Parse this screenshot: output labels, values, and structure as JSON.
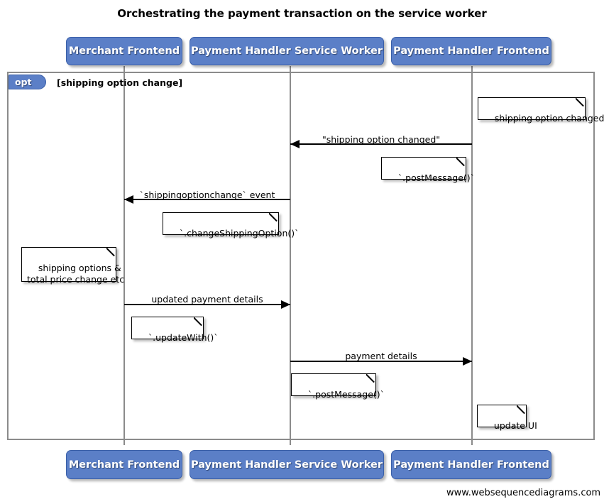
{
  "diagram": {
    "title": "Orchestrating the payment transaction on the service worker",
    "watermark": "www.websequencediagrams.com",
    "accent_color": "#5B7FC7",
    "line_color": "#8b8b8b"
  },
  "actors": [
    {
      "id": "merchant-frontend",
      "label": "Merchant Frontend"
    },
    {
      "id": "payment-handler-service-worker",
      "label": "Payment Handler Service Worker"
    },
    {
      "id": "payment-handler-frontend",
      "label": "Payment Handler Frontend"
    }
  ],
  "fragment": {
    "type_label": "opt",
    "condition": "[shipping option change]"
  },
  "messages": [
    {
      "id": "msg-shipping-option-changed",
      "label": "\"shipping option changed\"",
      "from": "payment-handler-frontend",
      "to": "payment-handler-service-worker",
      "direction": "left"
    },
    {
      "id": "msg-shippingoptionchange-event",
      "label": "`shippingoptionchange` event",
      "from": "payment-handler-service-worker",
      "to": "merchant-frontend",
      "direction": "left"
    },
    {
      "id": "msg-updated-payment-details",
      "label": "updated payment details",
      "from": "merchant-frontend",
      "to": "payment-handler-service-worker",
      "direction": "right"
    },
    {
      "id": "msg-payment-details",
      "label": "payment details",
      "from": "payment-handler-service-worker",
      "to": "payment-handler-frontend",
      "direction": "right"
    }
  ],
  "notes": [
    {
      "id": "note-shipping-option-changed",
      "text": "shipping option changed"
    },
    {
      "id": "note-post-message-1",
      "text": "`.postMessage()`"
    },
    {
      "id": "note-change-shipping-option",
      "text": "`.changeShippingOption()`"
    },
    {
      "id": "note-shipping-options-total-price",
      "text": "shipping options &\ntotal price change etc"
    },
    {
      "id": "note-update-with",
      "text": "`.updateWith()`"
    },
    {
      "id": "note-post-message-2",
      "text": "`.postMessage()`"
    },
    {
      "id": "note-update-ui",
      "text": "update UI"
    }
  ]
}
